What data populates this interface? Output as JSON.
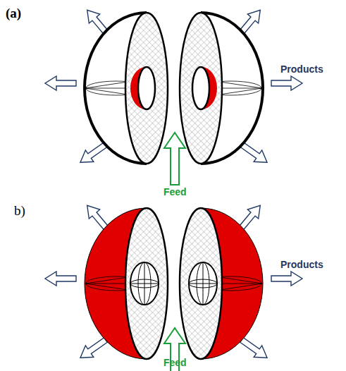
{
  "diagram": {
    "labels": [
      "(a)",
      "Products",
      "Feed",
      "b)",
      "Products",
      "Feed"
    ]
  }
}
